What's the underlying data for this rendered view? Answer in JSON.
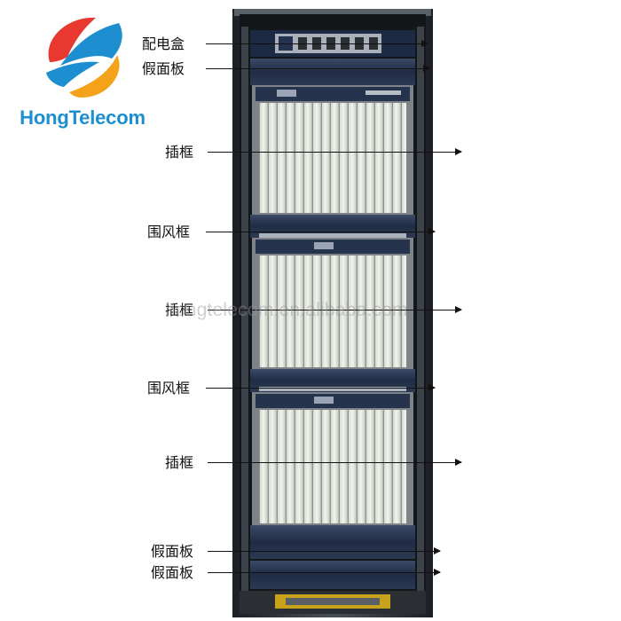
{
  "logo": {
    "text": "HongTelecom",
    "colors": {
      "upper_mark": "#e9382f",
      "lower_mark": "#f5a21b",
      "mid_mark": "#1d8fd0",
      "text": "#1d8fd0"
    }
  },
  "rack": {
    "colors": {
      "frame": "#2f3338",
      "panel": "#24324a",
      "card": "#e8ebe4",
      "subrack": "#8e9498"
    }
  },
  "labels": [
    {
      "text": "配电盒"
    },
    {
      "text": "假面板"
    },
    {
      "text": "插框"
    },
    {
      "text": "围风框"
    },
    {
      "text": "插框"
    },
    {
      "text": "围风框"
    },
    {
      "text": "插框"
    },
    {
      "text": "假面板"
    },
    {
      "text": "假面板"
    }
  ],
  "watermark": "hongtelecom.en.alibaba.com"
}
